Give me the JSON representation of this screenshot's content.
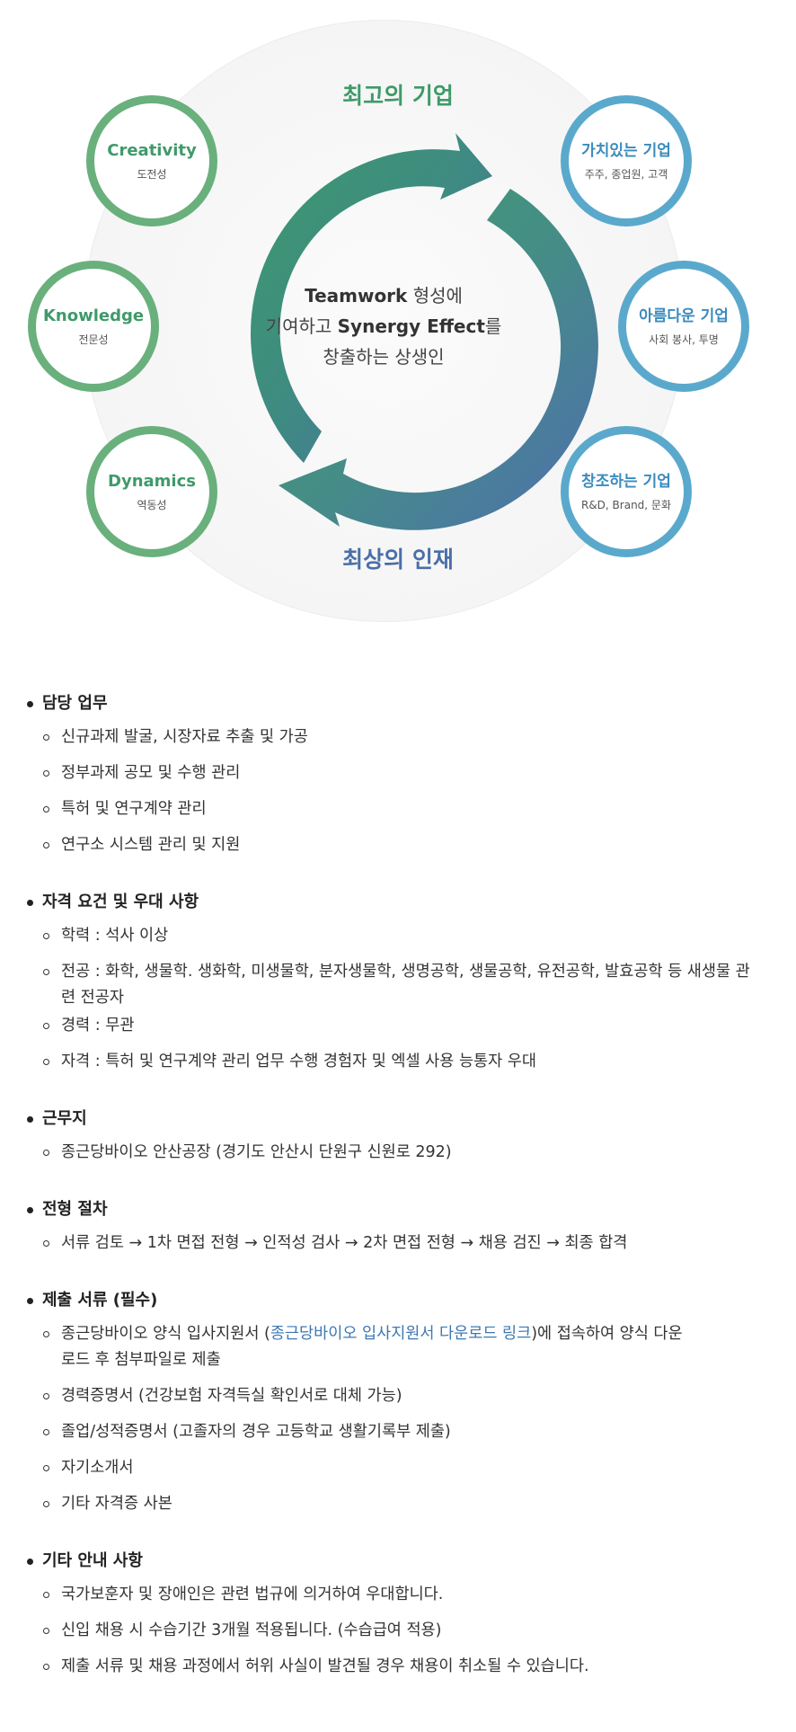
{
  "diagram": {
    "top_label": "최고의 기업",
    "bottom_label": "최상의 인재",
    "center_line1_bold": "Teamwork",
    "center_line1_rest": " 형성에",
    "center_line2_pre": "기여하고 ",
    "center_line2_bold": "Synergy Effect",
    "center_line2_post": "를",
    "center_line3": "창출하는 상생인",
    "left_rings": [
      {
        "title": "Creativity",
        "sub": "도전성"
      },
      {
        "title": "Knowledge",
        "sub": "전문성"
      },
      {
        "title": "Dynamics",
        "sub": "역동성"
      }
    ],
    "right_rings": [
      {
        "title": "가치있는 기업",
        "sub": "주주, 종업원, 고객"
      },
      {
        "title": "아름다운 기업",
        "sub": "사회 봉사, 투명"
      },
      {
        "title": "창조하는 기업",
        "sub": "R&D, Brand, 문화"
      }
    ],
    "colors": {
      "green": "#69b07c",
      "blue": "#5aa9cc",
      "arrow_start": "#3c9a6c",
      "arrow_end": "#4a6aad"
    }
  },
  "sections": {
    "duty": {
      "title": "담당 업무",
      "items": [
        "신규과제 발굴, 시장자료 추출 및 가공",
        "정부과제 공모 및 수행 관리",
        "특허 및 연구계약 관리",
        "연구소 시스템 관리 및 지원"
      ]
    },
    "qual": {
      "title": "자격 요건 및 우대 사항",
      "items": [
        "학력 : 석사 이상",
        "전공 : 화학, 생물학. 생화학, 미생물학, 분자생물학, 생명공학, 생물공학, 유전공학, 발효공학 등 새생물 관련 전공자",
        "경력 : 무관",
        "자격 : 특허 및 연구계약 관리 업무 수행 경험자 및 엑셀 사용 능통자 우대"
      ]
    },
    "location": {
      "title": "근무지",
      "items": [
        "종근당바이오 안산공장 (경기도 안산시 단원구 신원로 292)"
      ]
    },
    "process": {
      "title": "전형 절차",
      "items": [
        "서류 검토 → 1차 면접 전형 → 인적성 검사 → 2차 면접 전형 → 채용 검진 → 최종 합격"
      ]
    },
    "docs": {
      "title": "제출 서류 (필수)",
      "item1_pre": "종근당바이오 양식 입사지원서 (",
      "item1_link": "종근당바이오 입사지원서 다운로드 링크",
      "item1_post": ")에 접속하여 양식 다운로드 후 첨부파일로 제출",
      "items": [
        "경력증명서 (건강보험 자격득실 확인서로 대체 가능)",
        "졸업/성적증명서 (고졸자의 경우 고등학교 생활기록부 제출)",
        "자기소개서",
        "기타 자격증 사본"
      ]
    },
    "etc": {
      "title": "기타 안내 사항",
      "items": [
        "국가보훈자 및 장애인은 관련 법규에 의거하여 우대합니다.",
        "신입 채용 시 수습기간 3개월 적용됩니다. (수습급여 적용)",
        "제출 서류 및 채용 과정에서 허위 사실이 발견될 경우 채용이 취소될 수 있습니다."
      ]
    }
  }
}
